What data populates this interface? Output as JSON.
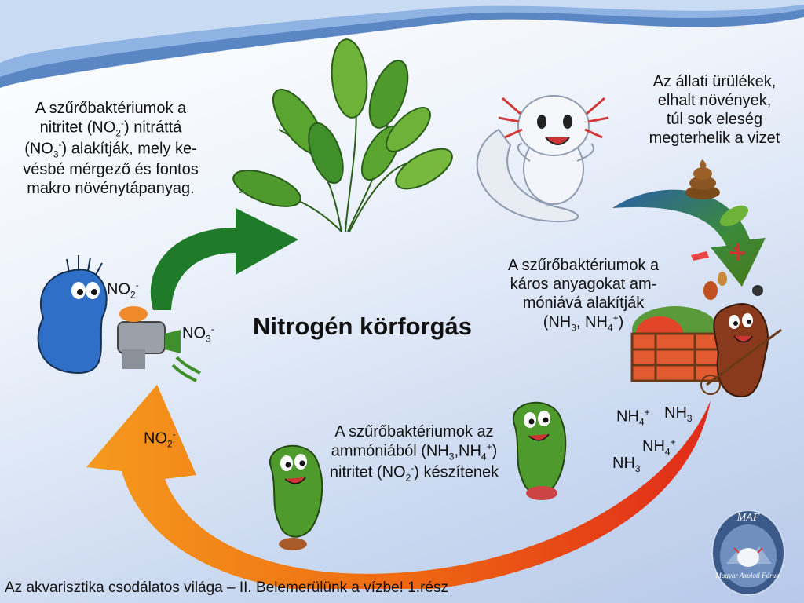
{
  "title": "Nitrogén körforgás",
  "footer": "Az akvarisztika csodálatos világa – II. Belemerülünk a vízbe! 1.rész",
  "logo": {
    "top": "MAF",
    "bottom": "Magyar Axolotl Fórum"
  },
  "text_nitrate": {
    "l1": "A szűrőbaktériumok a",
    "l2_a": "nitritet (NO",
    "l2_sub": "2",
    "l2_sup": "-",
    "l2_b": ") nitráttá",
    "l3_a": "(NO",
    "l3_sub": "3",
    "l3_sup": "-",
    "l3_b": ") alakítják, mely ke-",
    "l4": "vésbé mérgező és fontos",
    "l5": "makro növénytápanyag."
  },
  "text_waste": {
    "l1": "Az állati ürülékek,",
    "l2": "elhalt növények,",
    "l3": "túl sok eleség",
    "l4": "megterhelik a vizet"
  },
  "text_ammonia": {
    "l1": "A szűrőbaktériumok a",
    "l2": "káros anyagokat am-",
    "l3": "móniává alakítják",
    "l4_a": "(NH",
    "l4_sub1": "3",
    "l4_b": ", NH",
    "l4_sub2": "4",
    "l4_sup": "+",
    "l4_c": ")"
  },
  "text_nitrite": {
    "l1": "A szűrőbaktériumok az",
    "l2_a": "ammóniából (NH",
    "l2_sub1": "3",
    "l2_b": ",NH",
    "l2_sub2": "4",
    "l2_sup": "+",
    "l2_c": ")",
    "l3_a": "nitritet (NO",
    "l3_sub": "2",
    "l3_sup": "-",
    "l3_b": ") készítenek"
  },
  "labels": {
    "no2_top": {
      "base": "NO",
      "sub": "2",
      "sup": "-"
    },
    "no3": {
      "base": "NO",
      "sub": "3",
      "sup": "-"
    },
    "no2_left": {
      "base": "NO",
      "sub": "2",
      "sup": "-"
    },
    "nh4_a": {
      "base": "NH",
      "sub": "4",
      "sup": "+"
    },
    "nh3_a": {
      "base": "NH",
      "sub": "3"
    },
    "nh4_b": {
      "base": "NH",
      "sub": "4",
      "sup": "+"
    },
    "nh3_b": {
      "base": "NH",
      "sub": "3"
    }
  },
  "colors": {
    "green_arrow": "#1f7a2a",
    "orange_arrow": "#f07a12",
    "red_arrow": "#e3321c",
    "blue_arrow": "#2b5fa8",
    "leaf_green": "#3f8f2a",
    "blue_bacterium": "#2f6fc8",
    "green_bacterium": "#4e9a2c",
    "brown_bacterium": "#8a3a1c"
  }
}
